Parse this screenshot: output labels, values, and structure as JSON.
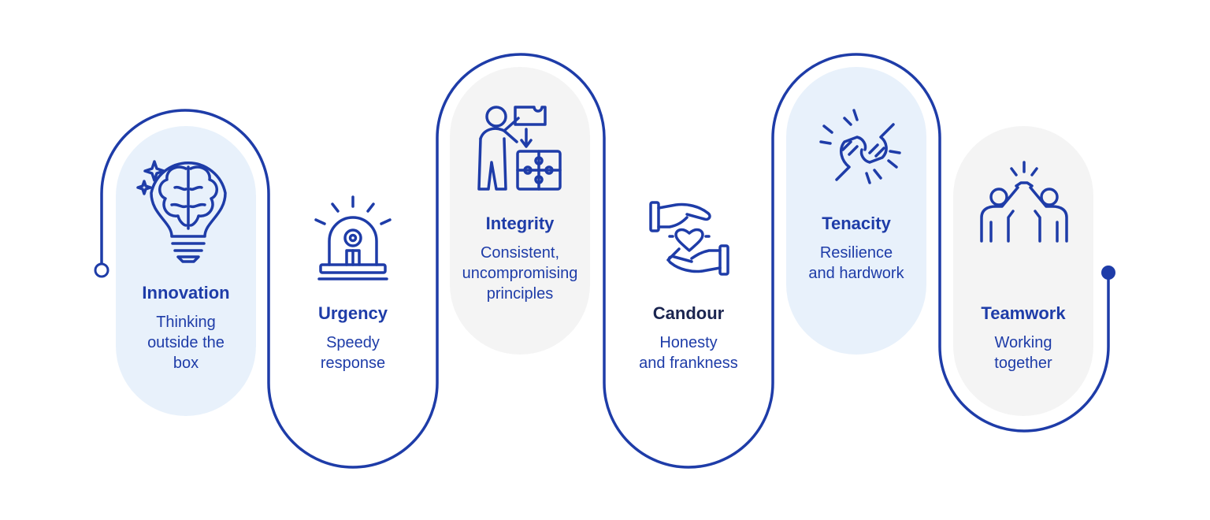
{
  "colors": {
    "line": "#1e3ca8",
    "icon": "#1e3ca8",
    "pill_light_blue": "#e8f1fb",
    "pill_light_gray": "#f4f4f4",
    "dark_title": "#1b2550"
  },
  "values": [
    {
      "title": "Innovation",
      "desc_lines": [
        "Thinking",
        "outside the",
        "box"
      ],
      "icon": "lightbulb-brain-icon",
      "pill": "light-blue"
    },
    {
      "title": "Urgency",
      "desc_lines": [
        "Speedy",
        "response"
      ],
      "icon": "siren-alarm-icon",
      "pill": "none"
    },
    {
      "title": "Integrity",
      "desc_lines": [
        "Consistent,",
        "uncompromising",
        "principles"
      ],
      "icon": "person-puzzle-icon",
      "pill": "light-gray"
    },
    {
      "title": "Candour",
      "desc_lines": [
        "Honesty",
        "and frankness"
      ],
      "icon": "hands-heart-icon",
      "pill": "none"
    },
    {
      "title": "Tenacity",
      "desc_lines": [
        "Resilience",
        "and hardwork"
      ],
      "icon": "fist-bump-icon",
      "pill": "light-blue"
    },
    {
      "title": "Teamwork",
      "desc_lines": [
        "Working",
        "together"
      ],
      "icon": "high-five-icon",
      "pill": "light-gray"
    }
  ]
}
